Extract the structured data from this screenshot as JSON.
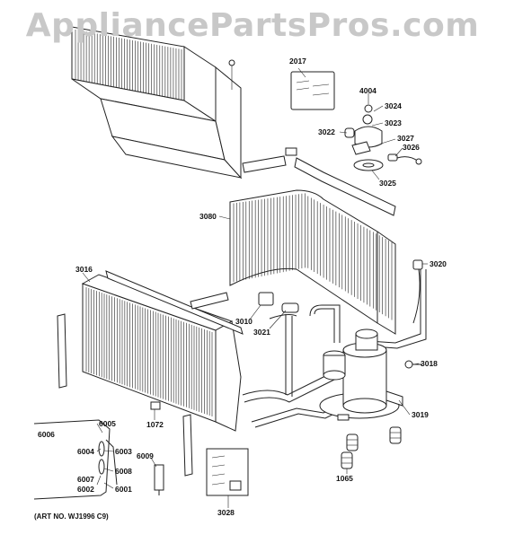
{
  "watermark": "AppliancePartsPros.com",
  "art_number": "(ART NO. WJ1996 C9)",
  "part_labels": {
    "p2017": "2017",
    "p4004": "4004",
    "p3024": "3024",
    "p3023": "3023",
    "p3022": "3022",
    "p3027": "3027",
    "p3026": "3026",
    "p3025": "3025",
    "p3080": "3080",
    "p3020": "3020",
    "p3016": "3016",
    "p3010": "3010",
    "p3021": "3021",
    "p3018": "3018",
    "p3019": "3019",
    "p1072": "1072",
    "p6005": "6005",
    "p6006": "6006",
    "p6004": "6004",
    "p6003": "6003",
    "p6009": "6009",
    "p6008": "6008",
    "p6007": "6007",
    "p6002": "6002",
    "p6001": "6001",
    "p1065": "1065",
    "p3028": "3028"
  }
}
